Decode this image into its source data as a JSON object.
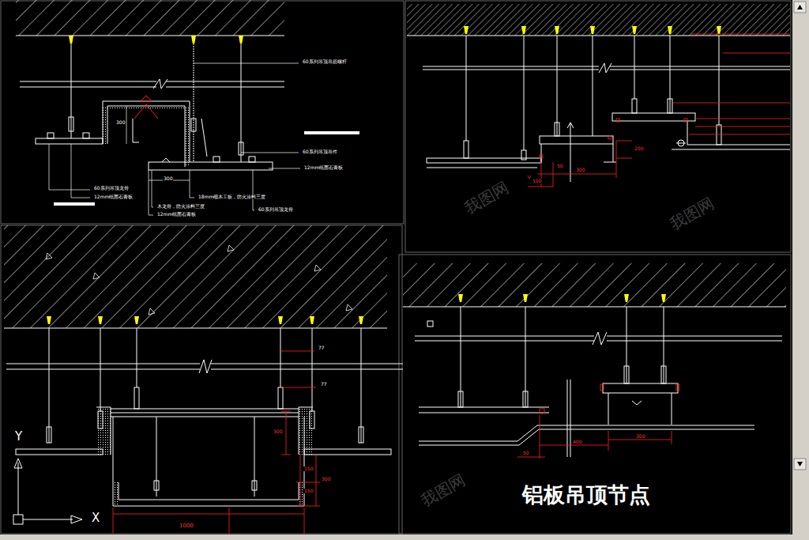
{
  "diagram": {
    "caption": "铝板吊顶节点",
    "labels": [
      "60系列吊顶吊筋螺杆",
      "60系列吊顶吊件",
      "12mm纸面石膏板",
      "60系列吊顶龙骨",
      "12mm纸面石膏板",
      "18mm细木工板，防火涂料三度",
      "木龙骨，防火涂料三度",
      "12mm纸面石膏板",
      "60系列吊顶龙骨",
      "300",
      "300",
      "50",
      "300",
      "200",
      "100",
      "77",
      "77",
      "300",
      "150",
      "300",
      "150",
      "1000",
      "400",
      "300",
      "50",
      "Y",
      "X",
      "我图网",
      "我图网",
      "我图网"
    ]
  }
}
